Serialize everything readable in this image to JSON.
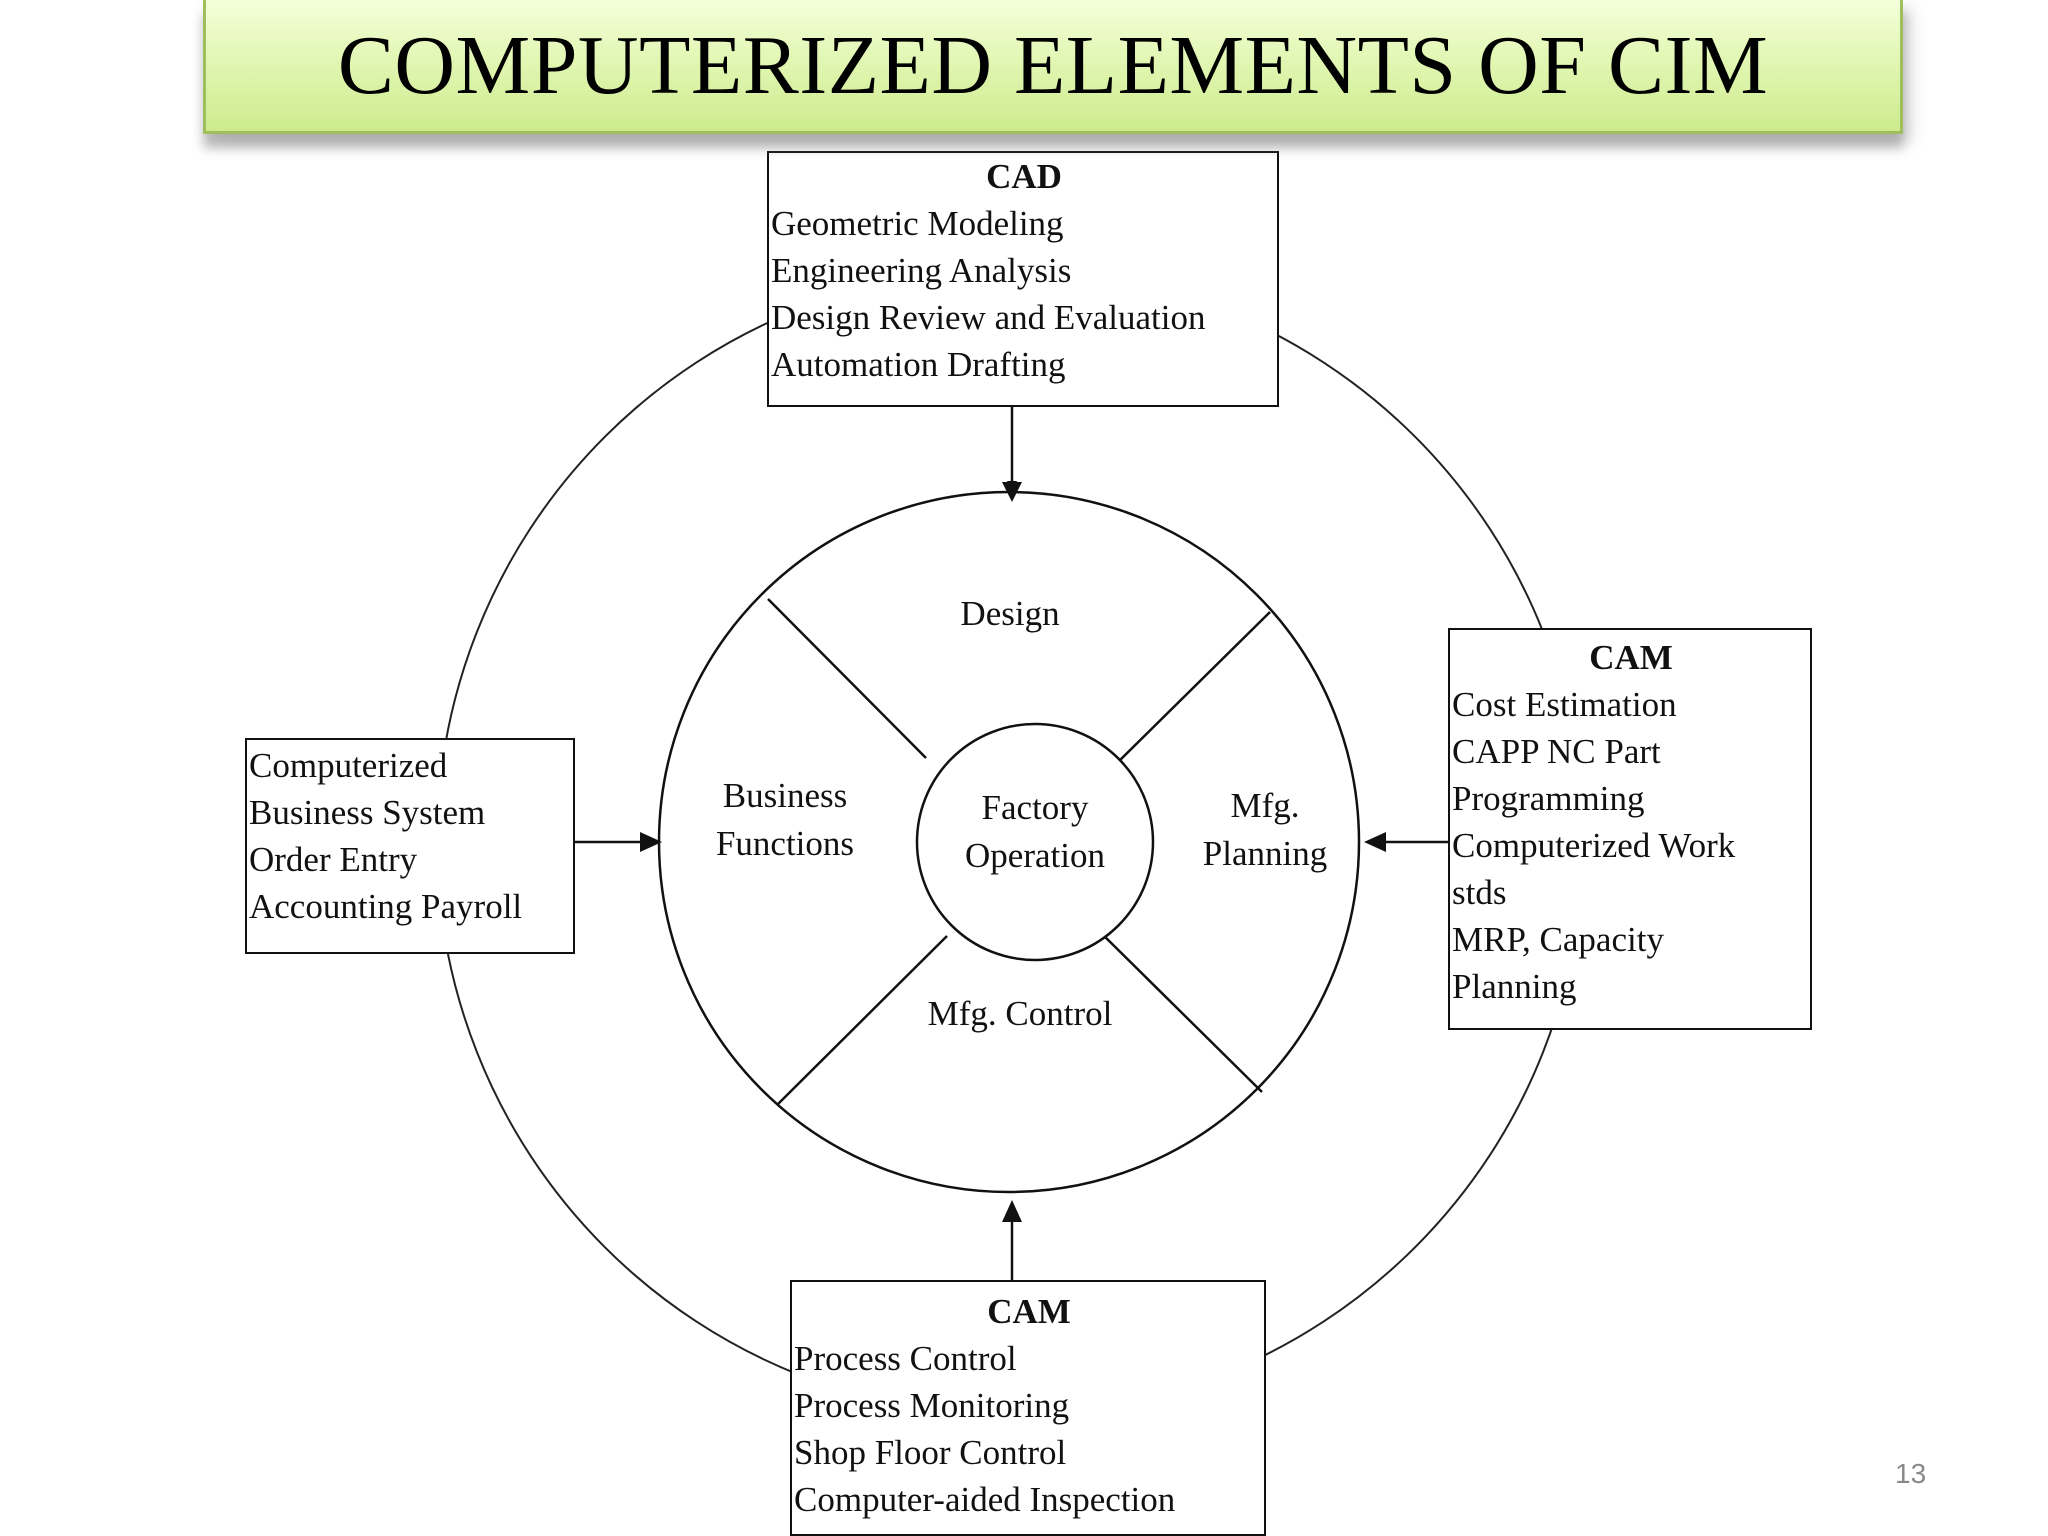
{
  "slide": {
    "title": "COMPUTERIZED ELEMENTS OF CIM",
    "page_number": "13"
  },
  "diagram": {
    "center": {
      "line1": "Factory",
      "line2": "Operation"
    },
    "quadrants": {
      "top": "Design",
      "left_line1": "Business",
      "left_line2": "Functions",
      "right_line1": "Mfg.",
      "right_line2": "Planning",
      "bottom": "Mfg. Control"
    },
    "boxes": {
      "cad": {
        "heading": "CAD",
        "items": [
          "Geometric Modeling",
          "Engineering Analysis",
          "Design Review and Evaluation",
          "Automation Drafting"
        ]
      },
      "business": {
        "items": [
          "Computerized",
          "Business System",
          "Order Entry",
          "Accounting Payroll"
        ]
      },
      "cam_right": {
        "heading": "CAM",
        "items": [
          "Cost Estimation",
          "CAPP NC Part",
          "Programming",
          "Computerized Work",
          "stds",
          "MRP, Capacity",
          "Planning"
        ]
      },
      "cam_bottom": {
        "heading": "CAM",
        "items": [
          "Process Control",
          "Process Monitoring",
          "Shop Floor Control",
          "Computer-aided Inspection"
        ]
      }
    }
  }
}
